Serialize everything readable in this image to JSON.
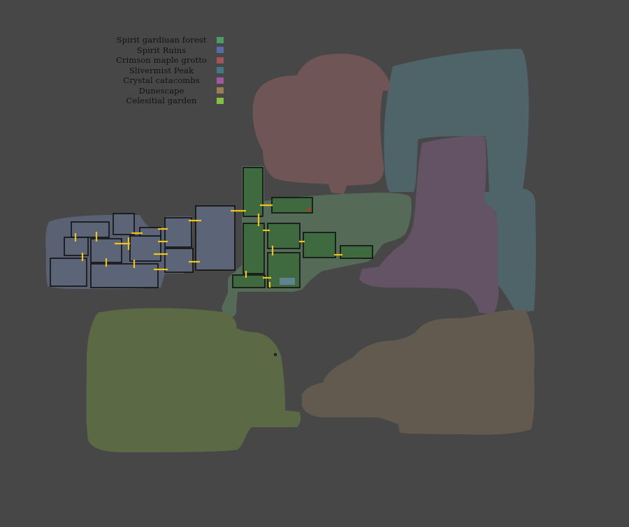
{
  "legend": {
    "items": [
      {
        "label": "Spirit gardiuan forest",
        "color": "#4f9a63"
      },
      {
        "label": "Spirit Ruins",
        "color": "#5a6aa6"
      },
      {
        "label": "Crimson maple grotto",
        "color": "#a05656"
      },
      {
        "label": "Slivermist Peak",
        "color": "#3f7a85"
      },
      {
        "label": "Crystal catacombs",
        "color": "#a058a0"
      },
      {
        "label": "Dunescape",
        "color": "#9c7c55"
      },
      {
        "label": "Celesitial garden",
        "color": "#86bf45"
      }
    ]
  },
  "regions": {
    "forest": "#566b57",
    "ruins": "#5a6173",
    "grotto": "#6f5555",
    "peak": "#4f6468",
    "catacombs": "#645364",
    "dunes": "#625a4e",
    "garden": "#5b6a45"
  },
  "colors": {
    "background": "#474747",
    "door": "#f0c419",
    "room_outline": "#101010",
    "room_fill_ruins": "#5c6478",
    "room_fill_forest": "#3f6a40"
  }
}
